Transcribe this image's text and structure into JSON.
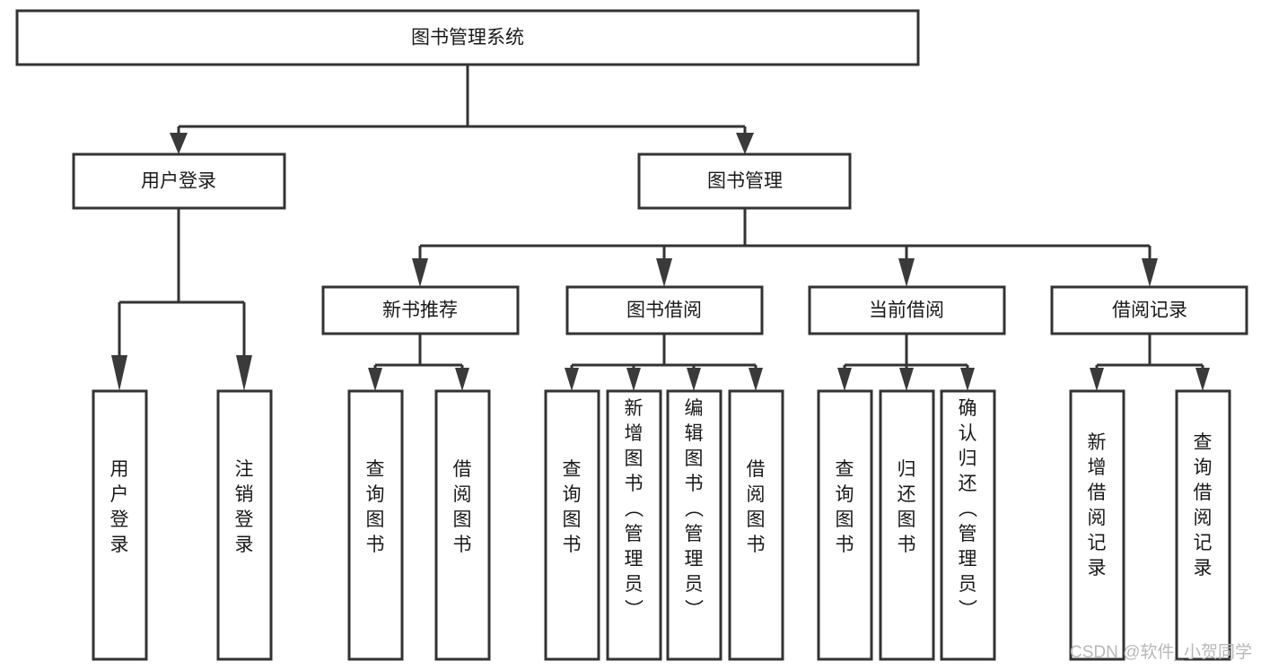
{
  "diagram": {
    "title": "图书管理系统",
    "type": "function-structure-tree",
    "orientation": "top-down",
    "levels": 4,
    "colors": {
      "box_stroke": "#333333",
      "box_fill": "#ffffff",
      "connector": "#333333",
      "text": "#1a1a1a",
      "background": "#ffffff",
      "watermark": "#b8b8b8"
    },
    "root": {
      "label": "图书管理系统",
      "orientation": "horizontal"
    },
    "level2": [
      {
        "label": "用户登录",
        "orientation": "horizontal"
      },
      {
        "label": "图书管理",
        "orientation": "horizontal"
      }
    ],
    "level3": [
      {
        "label": "新书推荐",
        "orientation": "horizontal",
        "parent": "图书管理"
      },
      {
        "label": "图书借阅",
        "orientation": "horizontal",
        "parent": "图书管理"
      },
      {
        "label": "当前借阅",
        "orientation": "horizontal",
        "parent": "图书管理"
      },
      {
        "label": "借阅记录",
        "orientation": "horizontal",
        "parent": "图书管理"
      }
    ],
    "leaves": {
      "用户登录": [
        {
          "label": "用户登录",
          "orientation": "vertical"
        },
        {
          "label": "注销登录",
          "orientation": "vertical"
        }
      ],
      "新书推荐": [
        {
          "label": "查询图书",
          "orientation": "vertical"
        },
        {
          "label": "借阅图书",
          "orientation": "vertical"
        }
      ],
      "图书借阅": [
        {
          "label": "查询图书",
          "orientation": "vertical"
        },
        {
          "label": "新增图书（管理员）",
          "orientation": "vertical"
        },
        {
          "label": "编辑图书（管理员）",
          "orientation": "vertical"
        },
        {
          "label": "借阅图书",
          "orientation": "vertical"
        }
      ],
      "当前借阅": [
        {
          "label": "查询图书",
          "orientation": "vertical"
        },
        {
          "label": "归还图书",
          "orientation": "vertical"
        },
        {
          "label": "确认归还（管理员）",
          "orientation": "vertical"
        }
      ],
      "借阅记录": [
        {
          "label": "新增借阅记录",
          "orientation": "vertical"
        },
        {
          "label": "查询借阅记录",
          "orientation": "vertical"
        }
      ]
    },
    "watermark": "CSDN @软件_小贺同学"
  }
}
